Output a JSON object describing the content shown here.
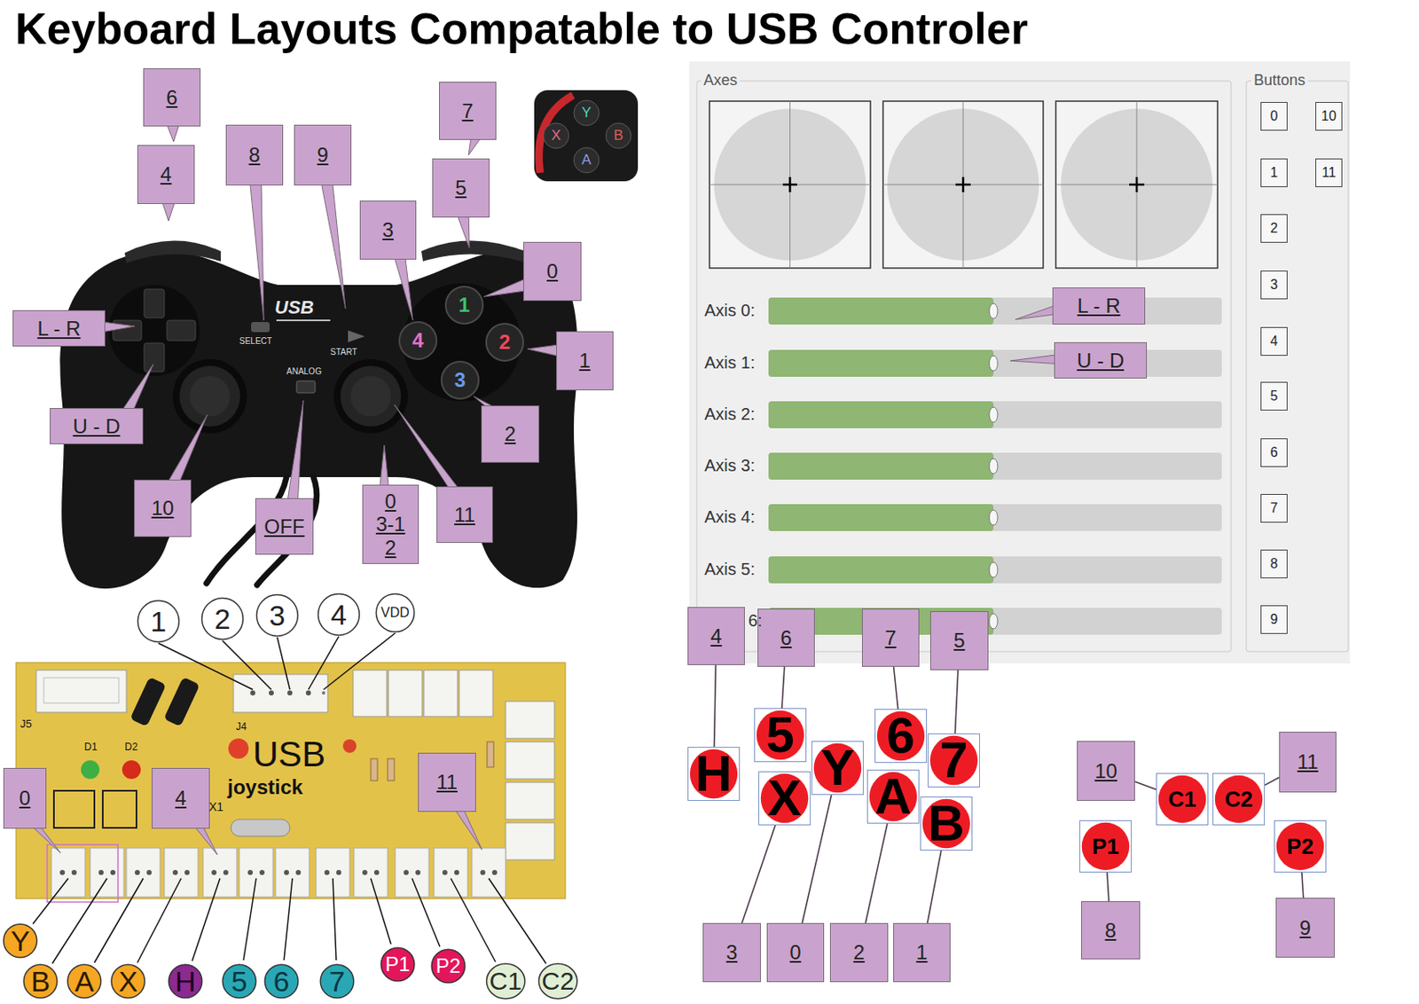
{
  "diagram": {
    "title": "Keyboard Layouts Compatable to USB Controler",
    "nodes": [
      {
        "text": [
          "6"
        ]
      },
      {
        "text": [
          "4"
        ]
      },
      {
        "text": [
          "8"
        ]
      },
      {
        "text": [
          "9"
        ]
      },
      {
        "text": [
          "7"
        ]
      },
      {
        "text": [
          "5"
        ]
      },
      {
        "text": [
          "3"
        ]
      },
      {
        "text": [
          "0"
        ]
      },
      {
        "text": [
          "L - R"
        ]
      },
      {
        "text": [
          "1"
        ]
      },
      {
        "text": [
          "U - D"
        ]
      },
      {
        "text": [
          "2"
        ]
      },
      {
        "text": [
          "10"
        ]
      },
      {
        "text": [
          "OFF"
        ]
      },
      {
        "text": [
          "0 3-1 2"
        ]
      },
      {
        "text": [
          "11"
        ]
      },
      {
        "text": [
          "0"
        ]
      },
      {
        "text": [
          "10"
        ]
      },
      {
        "text": [
          "1"
        ]
      },
      {
        "text": [
          "11"
        ]
      },
      {
        "text": [
          "2"
        ]
      },
      {
        "text": [
          "3"
        ]
      },
      {
        "text": [
          "4"
        ]
      },
      {
        "text": [
          "5"
        ]
      },
      {
        "text": [
          "6"
        ]
      },
      {
        "text": [
          "7"
        ]
      },
      {
        "text": [
          "8"
        ]
      },
      {
        "text": [
          "9"
        ]
      },
      {
        "text": [
          "L - R"
        ]
      },
      {
        "text": [
          "U - D"
        ]
      },
      {
        "text": [
          "1"
        ]
      },
      {
        "text": [
          "2"
        ]
      },
      {
        "text": [
          "3"
        ]
      },
      {
        "text": [
          "4"
        ]
      },
      {
        "text": [
          "VDD"
        ]
      },
      {
        "text": [
          "4"
        ]
      },
      {
        "text": [
          "6"
        ]
      },
      {
        "text": [
          "7"
        ]
      },
      {
        "text": [
          "5"
        ]
      },
      {
        "text": [
          "5"
        ]
      },
      {
        "text": [
          "6"
        ]
      },
      {
        "text": [
          "H"
        ]
      },
      {
        "text": [
          "Y"
        ]
      },
      {
        "text": [
          "7"
        ]
      },
      {
        "text": [
          "X"
        ]
      },
      {
        "text": [
          "A"
        ]
      },
      {
        "text": [
          "B"
        ]
      },
      {
        "text": [
          "10"
        ]
      },
      {
        "text": [
          "11"
        ]
      },
      {
        "text": [
          "C1"
        ]
      },
      {
        "text": [
          "C2"
        ]
      },
      {
        "text": [
          "P1"
        ]
      },
      {
        "text": [
          "P2"
        ]
      },
      {
        "text": [
          "0"
        ]
      },
      {
        "text": [
          "4"
        ]
      },
      {
        "text": [
          "11"
        ]
      },
      {
        "text": [
          "3"
        ]
      },
      {
        "text": [
          "0"
        ]
      },
      {
        "text": [
          "2"
        ]
      },
      {
        "text": [
          "1"
        ]
      },
      {
        "text": [
          "8"
        ]
      },
      {
        "text": [
          "9"
        ]
      },
      {
        "text": [
          "Y"
        ]
      },
      {
        "text": [
          "B"
        ]
      },
      {
        "text": [
          "A"
        ]
      },
      {
        "text": [
          "X"
        ]
      },
      {
        "text": [
          "H"
        ]
      },
      {
        "text": [
          "5"
        ]
      },
      {
        "text": [
          "6"
        ]
      },
      {
        "text": [
          "7"
        ]
      },
      {
        "text": [
          "P1"
        ]
      },
      {
        "text": [
          "P2"
        ]
      },
      {
        "text": [
          "C1"
        ]
      },
      {
        "text": [
          "C2"
        ]
      }
    ],
    "edges": [
      {
        "from": 35,
        "to": 41,
        "arrow": "none"
      },
      {
        "from": 36,
        "to": 39,
        "arrow": "none"
      },
      {
        "from": 37,
        "to": 40,
        "arrow": "none"
      },
      {
        "from": 38,
        "to": 43,
        "arrow": "none"
      },
      {
        "from": 56,
        "to": 44,
        "arrow": "none"
      },
      {
        "from": 57,
        "to": 42,
        "arrow": "none"
      },
      {
        "from": 58,
        "to": 45,
        "arrow": "none"
      },
      {
        "from": 59,
        "to": 46,
        "arrow": "none"
      },
      {
        "from": 47,
        "to": 49,
        "arrow": "none"
      },
      {
        "from": 48,
        "to": 50,
        "arrow": "none"
      },
      {
        "from": 60,
        "to": 51,
        "arrow": "none"
      },
      {
        "from": 61,
        "to": 52,
        "arrow": "none"
      }
    ],
    "labels": [
      "Axes",
      "Buttons",
      "Axis 0:",
      "Axis 1:",
      "Axis 2:",
      "Axis 3:",
      "Axis 4:",
      "Axis 5:",
      "6:",
      "USB",
      "SELECT",
      "START",
      "ANALOG",
      "1",
      "4",
      "2",
      "3",
      "Y",
      "X",
      "B",
      "A",
      "J5",
      "D1",
      "D2",
      "J4",
      "USB",
      "joystick",
      "X1"
    ]
  }
}
